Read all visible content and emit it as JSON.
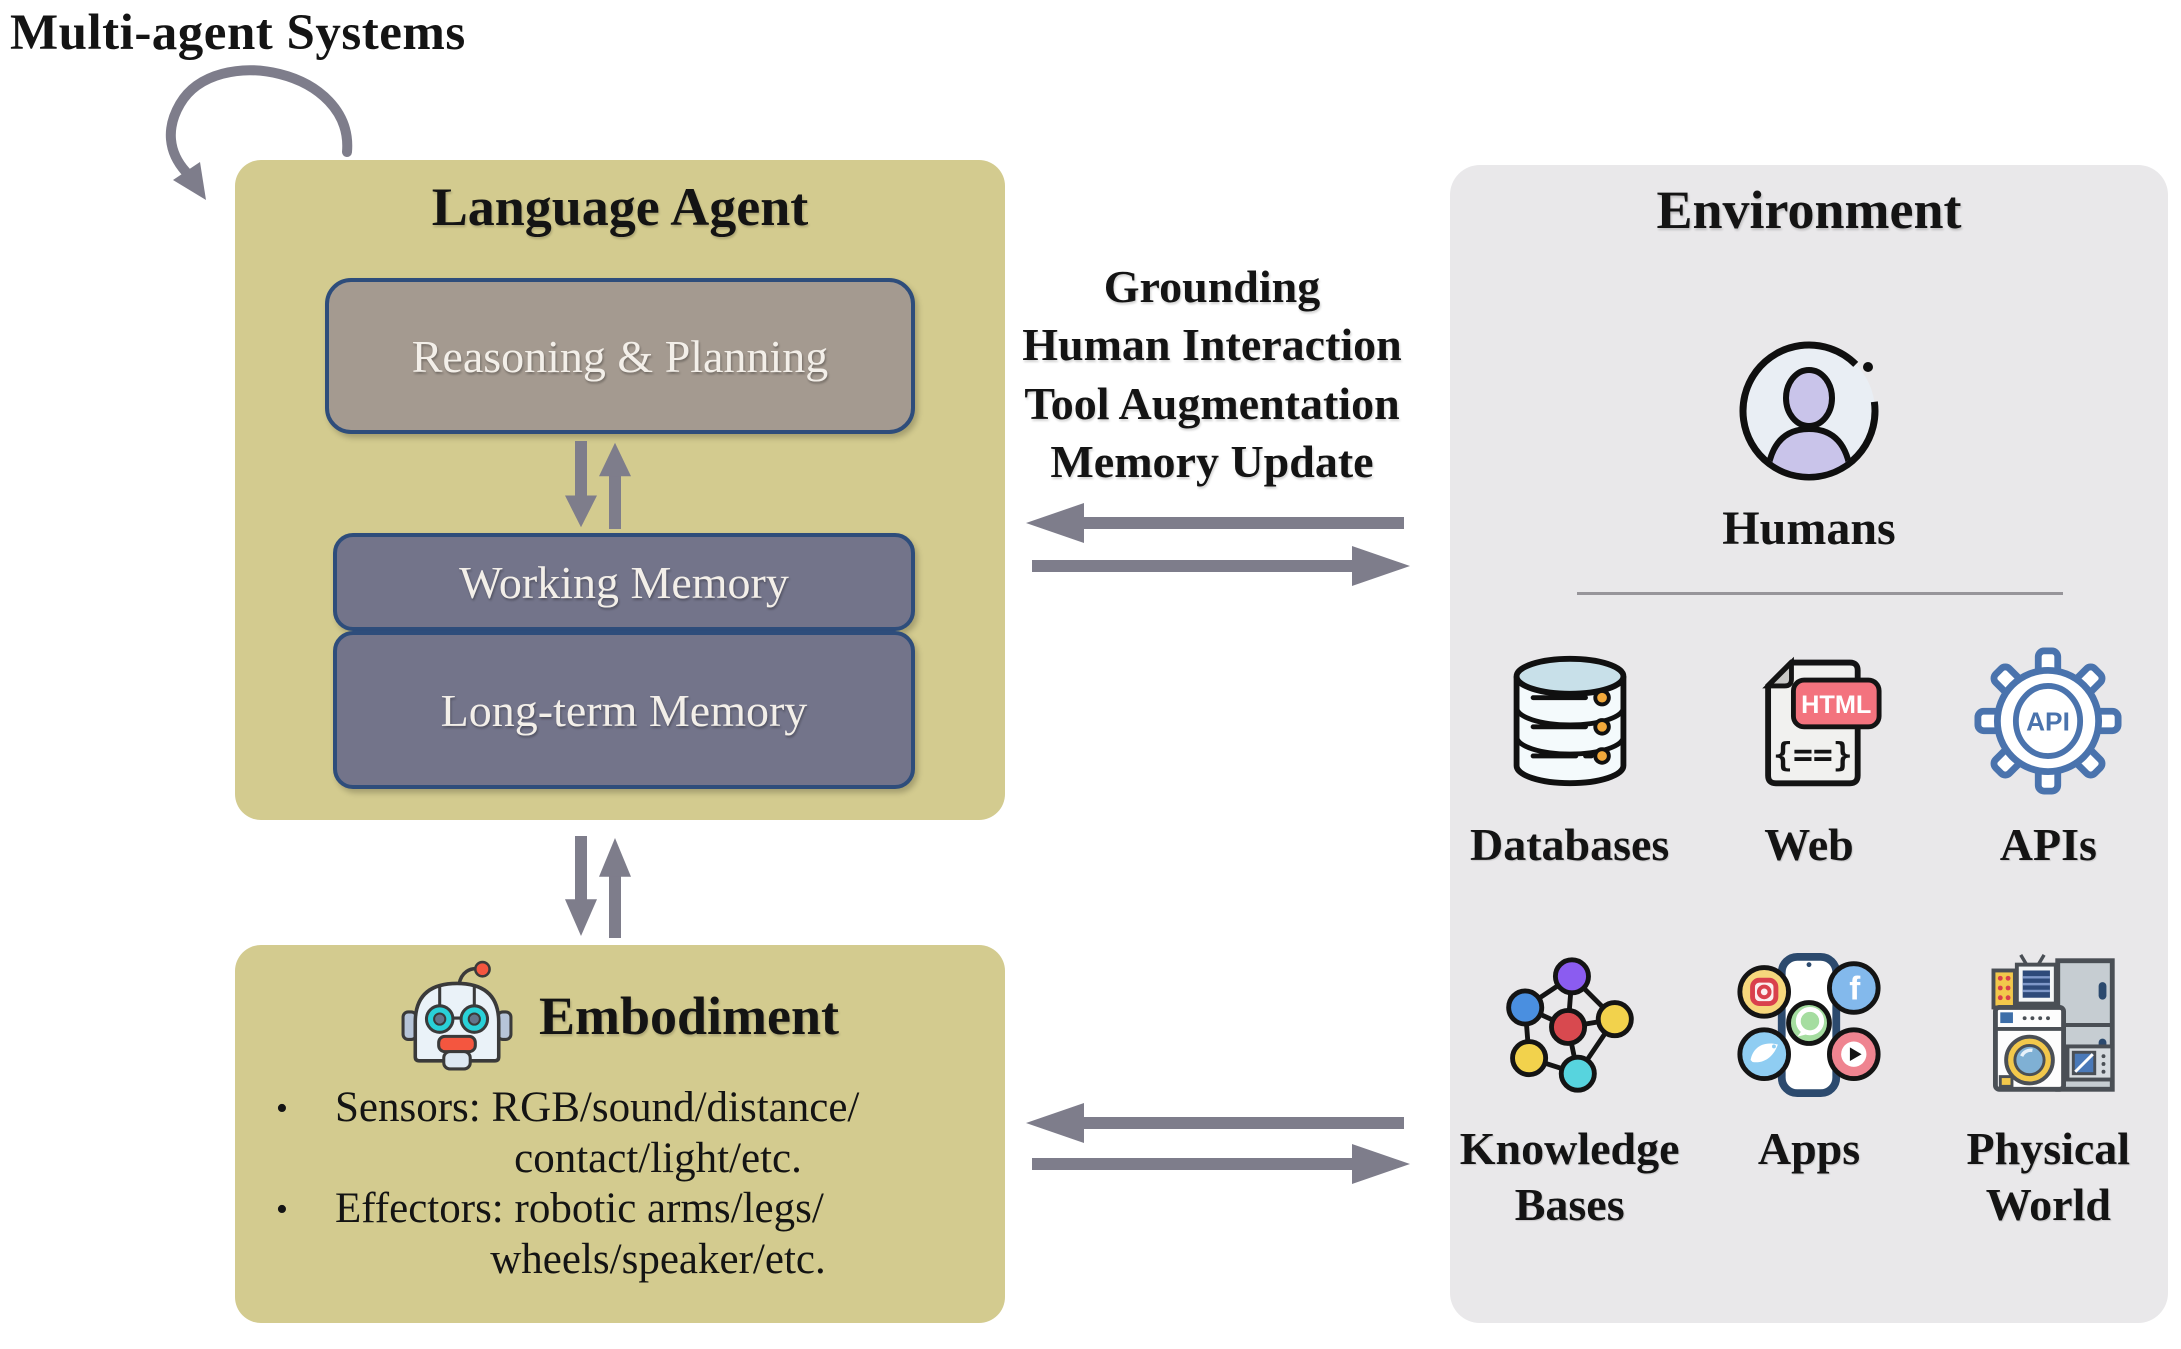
{
  "colors": {
    "background": "#ffffff",
    "agent_box_fill": "#d3cb8f",
    "reasoning_fill": "#a49a90",
    "memory_fill": "#73748a",
    "module_border": "#2e4d7b",
    "environment_panel_fill": "#e9e8ea",
    "arrow_gray": "#7e7d8b",
    "text": "#141414",
    "module_text": "#f3efe9"
  },
  "header": {
    "multi_agent_label": "Multi-agent Systems"
  },
  "language_agent": {
    "title": "Language Agent",
    "modules": {
      "reasoning": "Reasoning & Planning",
      "working_memory": "Working Memory",
      "long_term_memory": "Long-term Memory"
    }
  },
  "embodiment": {
    "title": "Embodiment",
    "icon": "robot-icon",
    "bullet_marker": "•",
    "bullets": [
      {
        "line1": "Sensors: RGB/sound/distance/",
        "line2": "contact/light/etc."
      },
      {
        "line1": "Effectors: robotic arms/legs/",
        "line2": "wheels/speaker/etc."
      }
    ]
  },
  "interface": {
    "lines": [
      "Grounding",
      "Human Interaction",
      "Tool Augmentation",
      "Memory Update"
    ]
  },
  "environment": {
    "title": "Environment",
    "humans": {
      "icon": "human-avatar-icon",
      "label": "Humans"
    },
    "row1": [
      {
        "icon": "database-icon",
        "label": "Databases"
      },
      {
        "icon": "html-file-icon",
        "label": "Web"
      },
      {
        "icon": "api-gear-icon",
        "label": "APIs"
      }
    ],
    "row2": [
      {
        "icon": "knowledge-graph-icon",
        "label": "Knowledge Bases"
      },
      {
        "icon": "apps-phone-icon",
        "label": "Apps"
      },
      {
        "icon": "appliances-icon",
        "label": "Physical World"
      }
    ]
  }
}
